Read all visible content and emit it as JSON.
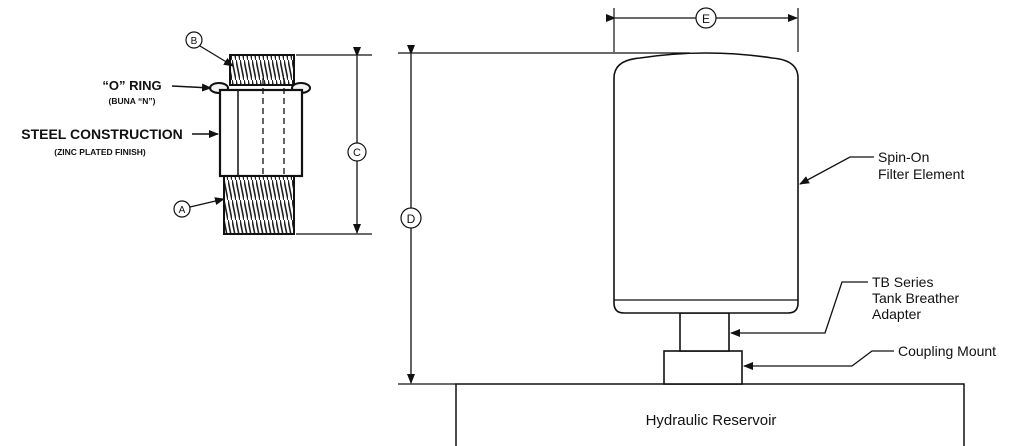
{
  "fitting": {
    "o_ring_label": "“O” RING",
    "o_ring_material": "(BUNA “N”)",
    "steel_label": "STEEL CONSTRUCTION",
    "steel_finish": "(ZINC PLATED FINISH)"
  },
  "dimensions": {
    "a": "A",
    "b": "B",
    "c": "C",
    "d": "D",
    "e": "E"
  },
  "assembly": {
    "filter_line1": "Spin-On",
    "filter_line2": "Filter Element",
    "adapter_line1": "TB Series",
    "adapter_line2": "Tank Breather",
    "adapter_line3": "Adapter",
    "coupling_label": "Coupling Mount",
    "reservoir_label": "Hydraulic Reservoir"
  }
}
